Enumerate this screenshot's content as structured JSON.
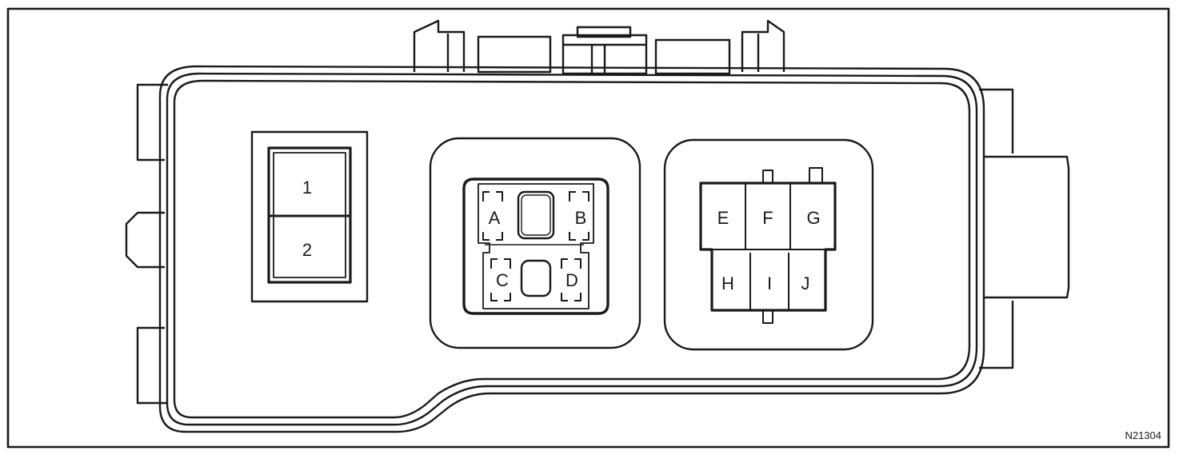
{
  "figure_id": "N21304",
  "relay_block": {
    "slots": [
      "1",
      "2"
    ]
  },
  "connector_left": {
    "terminals": [
      "A",
      "B",
      "C",
      "D"
    ]
  },
  "connector_right": {
    "terminals": [
      "E",
      "F",
      "G",
      "H",
      "I",
      "J"
    ]
  },
  "colors": {
    "line": "#1a1a1a",
    "background": "#ffffff"
  }
}
